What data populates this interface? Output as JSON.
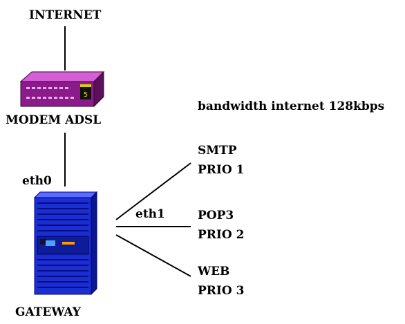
{
  "nodes": {
    "internet": "INTERNET",
    "modem": "MODEM ADSL",
    "eth0": "eth0",
    "gateway": "GATEWAY",
    "eth1": "eth1",
    "bandwidth": "bandwidth internet 128kbps"
  },
  "services": [
    {
      "name": "SMTP",
      "prio": "PRIO 1"
    },
    {
      "name": "POP3",
      "prio": "PRIO 2"
    },
    {
      "name": "WEB",
      "prio": "PRIO 3"
    }
  ],
  "modem_display": "5",
  "icons": {
    "modem": "adsl-modem-icon",
    "gateway": "server-tower-icon"
  },
  "colors": {
    "modem": "#8b1a8b",
    "gateway": "#1a2fd1"
  }
}
